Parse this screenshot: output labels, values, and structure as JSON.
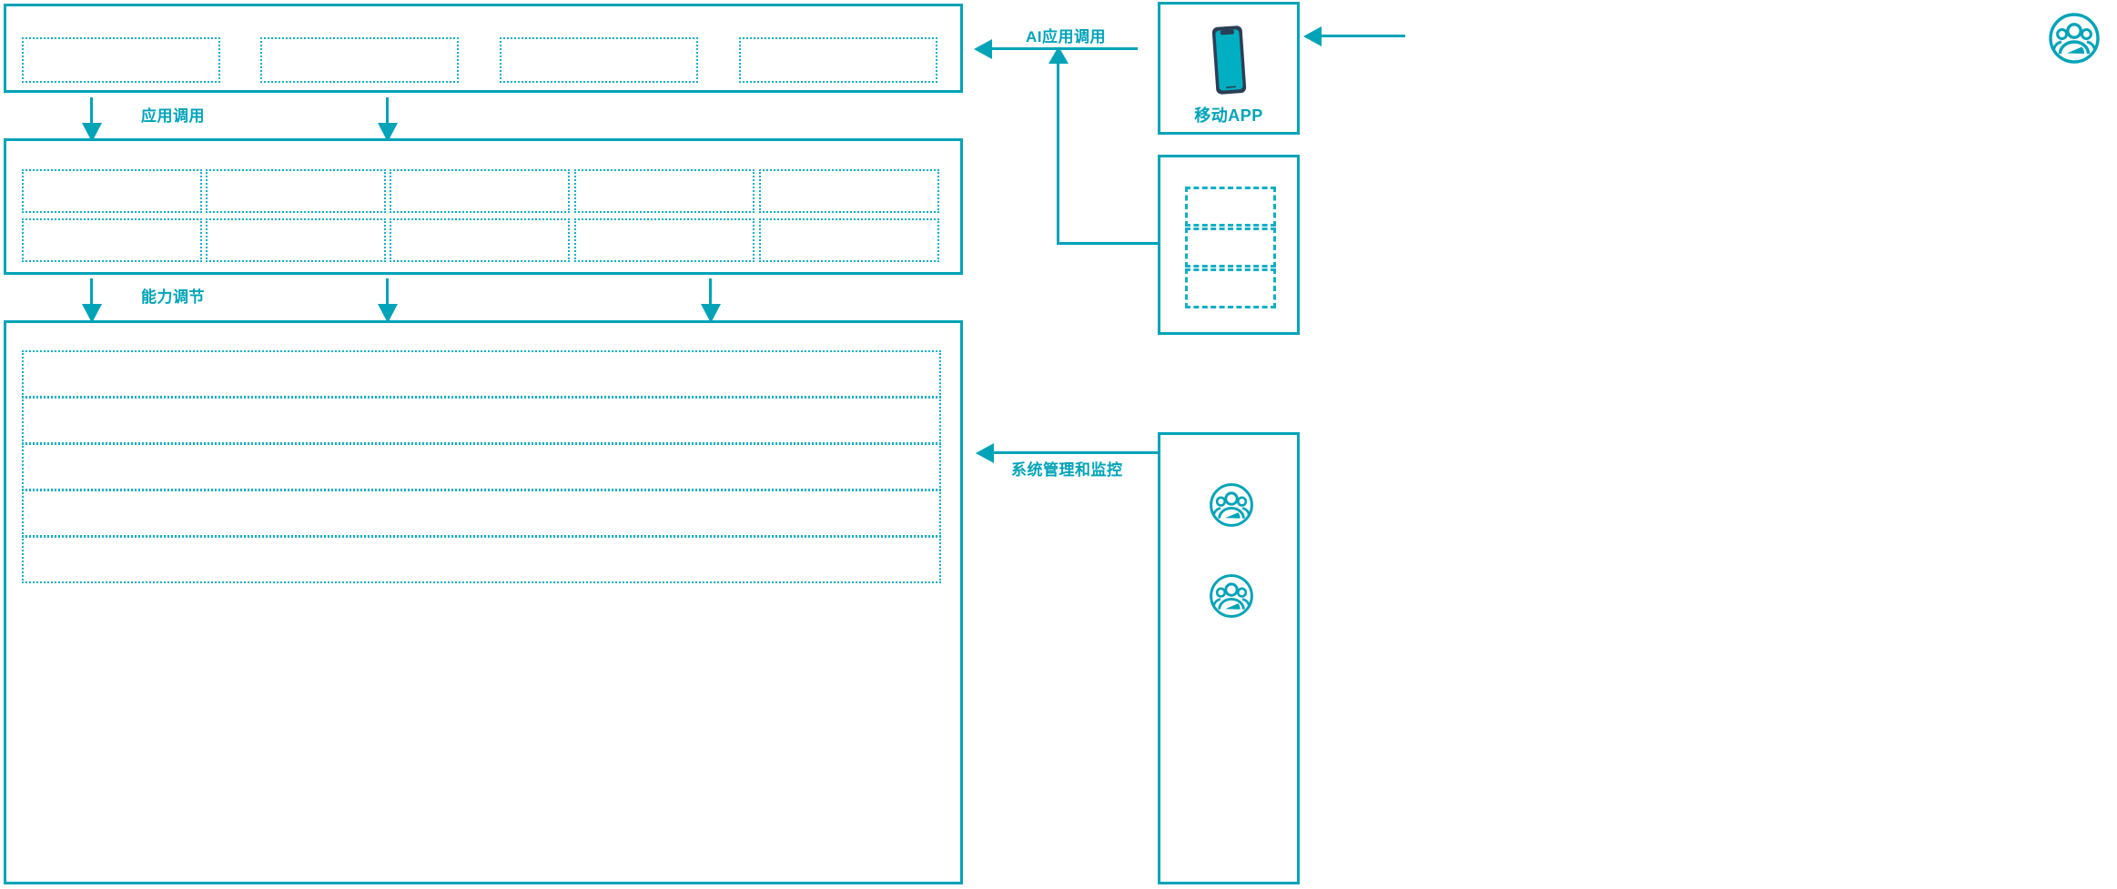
{
  "theme": {
    "accent": "#00A3B8",
    "dotted_border": "#12AEC4",
    "phone_body": "#2C3E55",
    "phone_screen": "#00AFC1",
    "background": "#ffffff"
  },
  "layers": {
    "application_layer": {
      "name": "application-layer",
      "slots": [
        {
          "label": ""
        },
        {
          "label": ""
        },
        {
          "label": ""
        },
        {
          "label": ""
        }
      ]
    },
    "capability_layer": {
      "name": "capability-layer",
      "columns": 5,
      "rows": 2,
      "slots": [
        {
          "label": ""
        },
        {
          "label": ""
        },
        {
          "label": ""
        },
        {
          "label": ""
        },
        {
          "label": ""
        },
        {
          "label": ""
        },
        {
          "label": ""
        },
        {
          "label": ""
        },
        {
          "label": ""
        },
        {
          "label": ""
        }
      ]
    },
    "infrastructure_layer": {
      "name": "infrastructure-layer",
      "bands": [
        {
          "label": ""
        },
        {
          "label": ""
        },
        {
          "label": ""
        },
        {
          "label": ""
        },
        {
          "label": ""
        }
      ]
    }
  },
  "connectors": [
    {
      "id": "app-call",
      "label": "应用调用"
    },
    {
      "id": "capability-call",
      "label": "能力调节"
    },
    {
      "id": "ai-app-call",
      "label": "AI应用调用"
    },
    {
      "id": "sys-manage",
      "label": "系统管理和监控"
    }
  ],
  "right_column": {
    "mobile_app_node": {
      "caption": "移动APP",
      "icon": "mobile-phone-icon"
    },
    "channel_node": {
      "caption": "",
      "slots": [
        {
          "label": ""
        },
        {
          "label": ""
        },
        {
          "label": ""
        }
      ]
    },
    "operations_node": {
      "caption": "",
      "actors": [
        {
          "icon": "people-group-icon",
          "label": ""
        },
        {
          "icon": "people-group-icon",
          "label": ""
        }
      ]
    },
    "end_user": {
      "icon": "people-group-icon",
      "label": ""
    }
  }
}
